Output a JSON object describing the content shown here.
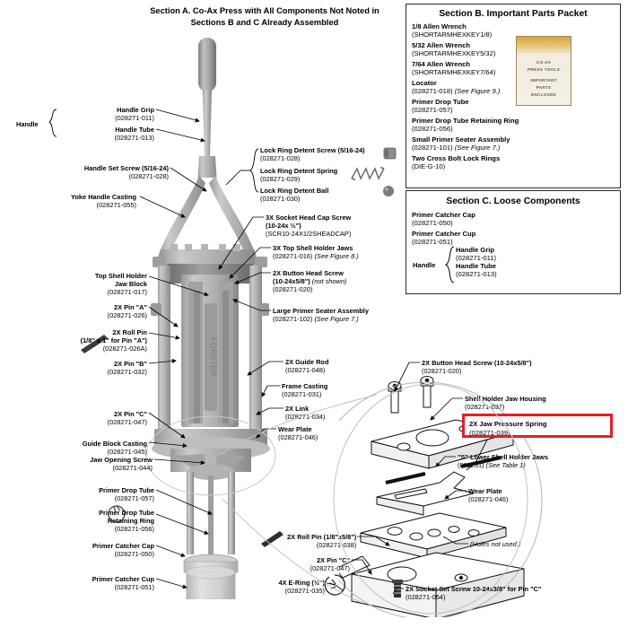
{
  "section_a": {
    "title_line1": "Section A. Co-Ax Press with All Components Not Noted in",
    "title_line2": "Sections B and C Already Assembled",
    "title_prefix": "Section A.",
    "labels": {
      "handle_group_word": "Handle",
      "handle_grip_t": "Handle Grip",
      "handle_grip_n": "(028271-011)",
      "handle_tube_t": "Handle Tube",
      "handle_tube_n": "(028271-013)",
      "handle_set_screw_t": "Handle Set Screw (5/16-24)",
      "handle_set_screw_n": "(028271-028)",
      "yoke_handle_casting_t": "Yoke Handle Casting",
      "yoke_handle_casting_n": "(028271-055)",
      "top_shell_holder_t1": "Top Shell Holder",
      "top_shell_holder_t2": "Jaw Block",
      "top_shell_holder_n": "(028271-017)",
      "pin_a_t": "2X Pin \"A\"",
      "pin_a_n": "(028271-026)",
      "roll_pin_a_t1": "2X Roll Pin",
      "roll_pin_a_t2": "(1/8\" x 1\" for Pin \"A\")",
      "roll_pin_a_n": "(028271-026A)",
      "pin_b_t": "2X Pin \"B\"",
      "pin_b_n": "(028271-032)",
      "pin_c_t": "2X Pin \"C\"",
      "pin_c_n": "(028271-047)",
      "guide_block_casting_t": "Guide Block Casting",
      "guide_block_casting_n": "(028271-045)",
      "jaw_opening_screw_t": "Jaw Opening Screw",
      "jaw_opening_screw_n": "(028271-044)",
      "primer_drop_tube_t": "Primer Drop Tube",
      "primer_drop_tube_n": "(028271-057)",
      "primer_drop_tube_ring_t1": "Primer Drop Tube",
      "primer_drop_tube_ring_t2": "Retaining Ring",
      "primer_drop_tube_ring_n": "(028271-056)",
      "primer_catcher_cap_t": "Primer Catcher Cap",
      "primer_catcher_cap_n": "(028271-050)",
      "primer_catcher_cup_t": "Primer Catcher Cup",
      "primer_catcher_cup_n": "(028271-051)",
      "lock_ring_detent_screw_t": "Lock Ring Detent Screw (5/16-24)",
      "lock_ring_detent_screw_n": "(028271-028)",
      "lock_ring_detent_spring_t": "Lock Ring Detent Spring",
      "lock_ring_detent_spring_n": "(028271-029)",
      "lock_ring_detent_ball_t": "Lock Ring Detent Ball",
      "lock_ring_detent_ball_n": "(028271-030)",
      "socket_head_cap_screw_t1": "3X Socket Head Cap Screw",
      "socket_head_cap_screw_t2": "(10-24x ½\")",
      "socket_head_cap_screw_n": "(SCR10-24X1/2SHEADCAP)",
      "top_shell_holder_jaws_t": "3X Top Shell Holder Jaws",
      "top_shell_holder_jaws_n": "(028271-016)",
      "top_shell_holder_jaws_ref": "(See Figure 8.)",
      "button_head_screw_t1": "2X Button Head Screw",
      "button_head_screw_t2": "(10-24x5/8\")",
      "button_head_screw_note": "(not shown)",
      "button_head_screw_n": "(028271-020)",
      "large_primer_seater_t": "Large Primer Seater Assembly",
      "large_primer_seater_n": "(028271-102)",
      "large_primer_seater_ref": "(See Figure 7.)",
      "guide_rod_t": "2X Guide Rod",
      "guide_rod_n": "(028271-048)",
      "frame_casting_t": "Frame Casting",
      "frame_casting_n": "(028271-031)",
      "link_t": "2X Link",
      "link_n": "(028271-034)",
      "wear_plate_t": "Wear Plate",
      "wear_plate_n": "(028271-046)"
    }
  },
  "section_b": {
    "title": "Section B. Important Parts Packet",
    "items": [
      {
        "name": "1/8 Allen Wrench",
        "number": "(SHORTARMHEXKEY1/8)"
      },
      {
        "name": "5/32 Allen Wrench",
        "number": "(SHORTARMHEXKEY5/32)"
      },
      {
        "name": "7/64 Allen Wrench",
        "number": "(SHORTARMHEXKEY7/64)"
      },
      {
        "name": "Locator",
        "number": "(028271-018)",
        "ref": "(See Figure 9.)"
      },
      {
        "name": "Primer Drop Tube",
        "number": "(028271-057)"
      },
      {
        "name": "Primer Drop Tube Retaining Ring",
        "number": "(028271-056)"
      },
      {
        "name": "Small Primer Seater Assembly",
        "number": "(028271-101)",
        "ref": "(See Figure 7.)"
      },
      {
        "name": "Two Cross Bolt Lock Rings",
        "number": "(DIE-G-10)"
      }
    ],
    "packet_photo": {
      "line1": "CO-AX",
      "line2": "PRESS TOOLS",
      "line3": "IMPORTANT",
      "line4": "PARTS",
      "line5": "ENCLOSED"
    }
  },
  "section_c": {
    "title": "Section C. Loose Components",
    "items": [
      {
        "name": "Primer Catcher Cap",
        "number": "(028271-050)"
      },
      {
        "name": "Primer Catcher Cup",
        "number": "(028271-051)"
      }
    ],
    "handle_group": {
      "word": "Handle",
      "sub": [
        {
          "name": "Handle Grip",
          "number": "(028271-011)"
        },
        {
          "name": "Handle Tube",
          "number": "(028271-013)"
        }
      ]
    }
  },
  "detail_view": {
    "labels": {
      "button_head_screw_t": "2X Button Head Screw (10-24x5/8\")",
      "button_head_screw_n": "(028271-020)",
      "shell_holder_jaw_housing_t": "Shell Holder Jaw Housing",
      "shell_holder_jaw_housing_n": "(028271-037)",
      "jaw_pressure_spring_t": "2X Jaw Pressure Spring",
      "jaw_pressure_spring_n": "(028271-039)",
      "s_lower_jaws_t": "\"S\" Lower Shell Holder Jaws",
      "s_lower_jaws_n": "(001231)",
      "s_lower_jaws_ref": "(See Table 1)",
      "wear_plate_t": "Wear Plate",
      "wear_plate_n": "(028271-046)",
      "holes_not_used": "(Holes not used.)",
      "roll_pin_t": "2X Roll Pin (1/8\"x5/8\")",
      "roll_pin_n": "(028271-038)",
      "pin_c_t": "2X Pin \"C\"",
      "pin_c_n": "(028271-047)",
      "e_ring_t": "4X E-Ring (½\")",
      "e_ring_n": "(028271-035)",
      "socket_set_screw_t": "2X Socket Set Screw 10-24x3/8\" for Pin \"C\"",
      "socket_set_screw_n": "(028271-054)"
    }
  },
  "colors": {
    "highlight": "#ec1c24",
    "line": "#1a1a1a",
    "metal_light": "#c9c9c9",
    "metal_mid": "#a8a8a8",
    "metal_dark": "#7d7d7d",
    "panel_border": "#2b2b2b"
  }
}
